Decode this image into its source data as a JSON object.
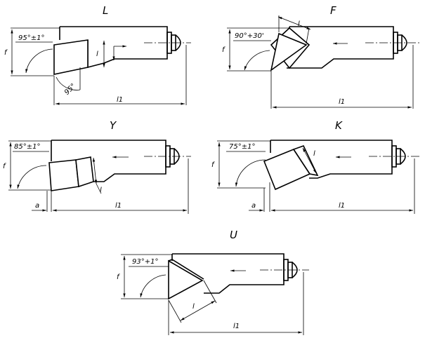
{
  "views": [
    {
      "id": "L",
      "title": "L",
      "angle_primary": "95°±1°",
      "angle_secondary": "95°",
      "label_f": "f",
      "label_l": "l",
      "label_l1": "l1"
    },
    {
      "id": "F",
      "title": "F",
      "angle_primary": "90°+30'",
      "label_f": "f",
      "label_l": "l",
      "label_l1": "l1"
    },
    {
      "id": "Y",
      "title": "Y",
      "angle_primary": "85°±1°",
      "label_f": "f",
      "label_l": "l",
      "label_l1": "l1",
      "label_a": "a"
    },
    {
      "id": "K",
      "title": "K",
      "angle_primary": "75°±1°",
      "label_f": "f",
      "label_l": "l",
      "label_l1": "l1",
      "label_a": "a"
    },
    {
      "id": "U",
      "title": "U",
      "angle_primary": "93°+1°",
      "label_f": "f",
      "label_l": "l",
      "label_l1": "l1"
    }
  ]
}
